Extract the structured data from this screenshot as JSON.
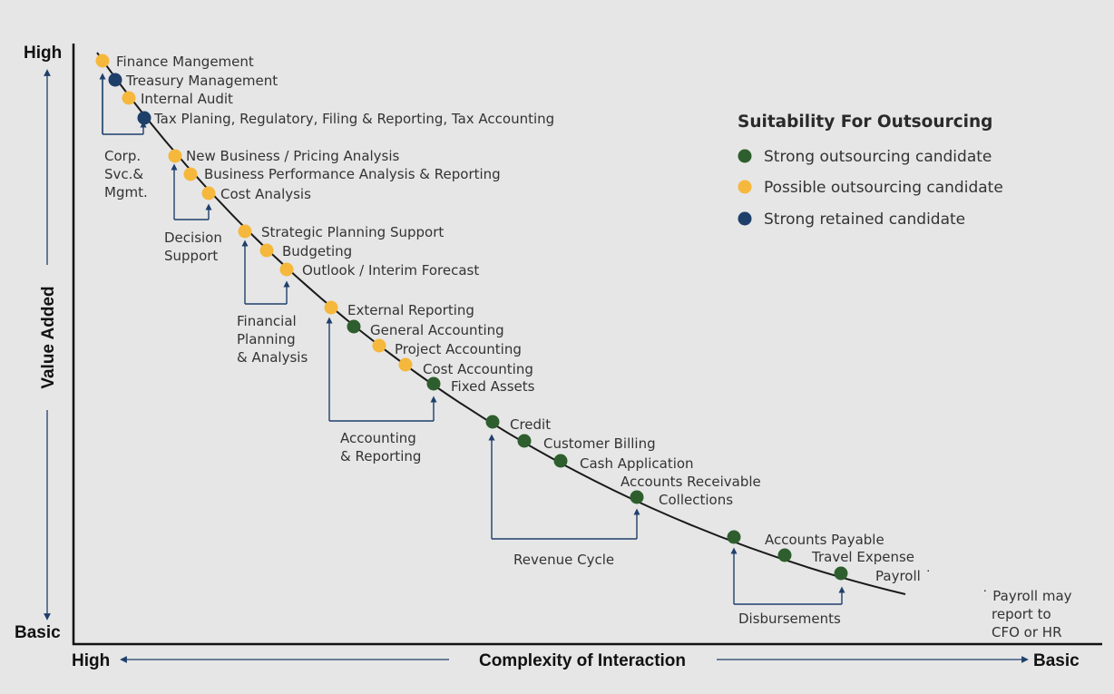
{
  "axes": {
    "y_top": "High",
    "y_bottom": "Basic",
    "y_title": "Value Added",
    "x_left": "High",
    "x_right": "Basic",
    "x_title": "Complexity of Interaction"
  },
  "legend": {
    "title": "Suitability For Outsourcing",
    "items": [
      {
        "key": "strong_outsource",
        "label": "Strong outsourcing candidate",
        "color": "#2e5e2e"
      },
      {
        "key": "possible_outsource",
        "label": "Possible outsourcing candidate",
        "color": "#f5b83c"
      },
      {
        "key": "retained",
        "label": "Strong retained candidate",
        "color": "#1f3f6b"
      }
    ]
  },
  "activities": [
    {
      "label": "Finance Mangement",
      "category": "possible_outsource"
    },
    {
      "label": "Treasury Management",
      "category": "retained"
    },
    {
      "label": "Internal Audit",
      "category": "possible_outsource"
    },
    {
      "label": "Tax Planing, Regulatory, Filing & Reporting, Tax Accounting",
      "category": "retained"
    },
    {
      "label": "New Business / Pricing Analysis",
      "category": "possible_outsource"
    },
    {
      "label": "Business Performance Analysis & Reporting",
      "category": "possible_outsource"
    },
    {
      "label": "Cost Analysis",
      "category": "possible_outsource"
    },
    {
      "label": "Strategic Planning Support",
      "category": "possible_outsource"
    },
    {
      "label": "Budgeting",
      "category": "possible_outsource"
    },
    {
      "label": "Outlook / Interim Forecast",
      "category": "possible_outsource"
    },
    {
      "label": "External Reporting",
      "category": "possible_outsource"
    },
    {
      "label": "General Accounting",
      "category": "strong_outsource"
    },
    {
      "label": "Project Accounting",
      "category": "possible_outsource"
    },
    {
      "label": "Cost Accounting",
      "category": "possible_outsource"
    },
    {
      "label": "Fixed Assets",
      "category": "strong_outsource"
    },
    {
      "label": "Credit",
      "category": "strong_outsource"
    },
    {
      "label": "Customer Billing",
      "category": "strong_outsource"
    },
    {
      "label": "Cash Application",
      "category": "strong_outsource"
    },
    {
      "label": "Accounts Receivable Collections",
      "category": "strong_outsource"
    },
    {
      "label": "Accounts Payable",
      "category": "strong_outsource"
    },
    {
      "label": "Travel Expense",
      "category": "strong_outsource"
    },
    {
      "label": "Payroll ˙",
      "category": "strong_outsource"
    }
  ],
  "groups": [
    {
      "label": "Corp. Svc.& Mgmt."
    },
    {
      "label": "Decision Support"
    },
    {
      "label": "Financial Planning & Analysis"
    },
    {
      "label": "Accounting & Reporting"
    },
    {
      "label": "Revenue Cycle"
    },
    {
      "label": "Disbursements"
    }
  ],
  "footnote": "˙ Payroll may report to CFO or HR"
}
